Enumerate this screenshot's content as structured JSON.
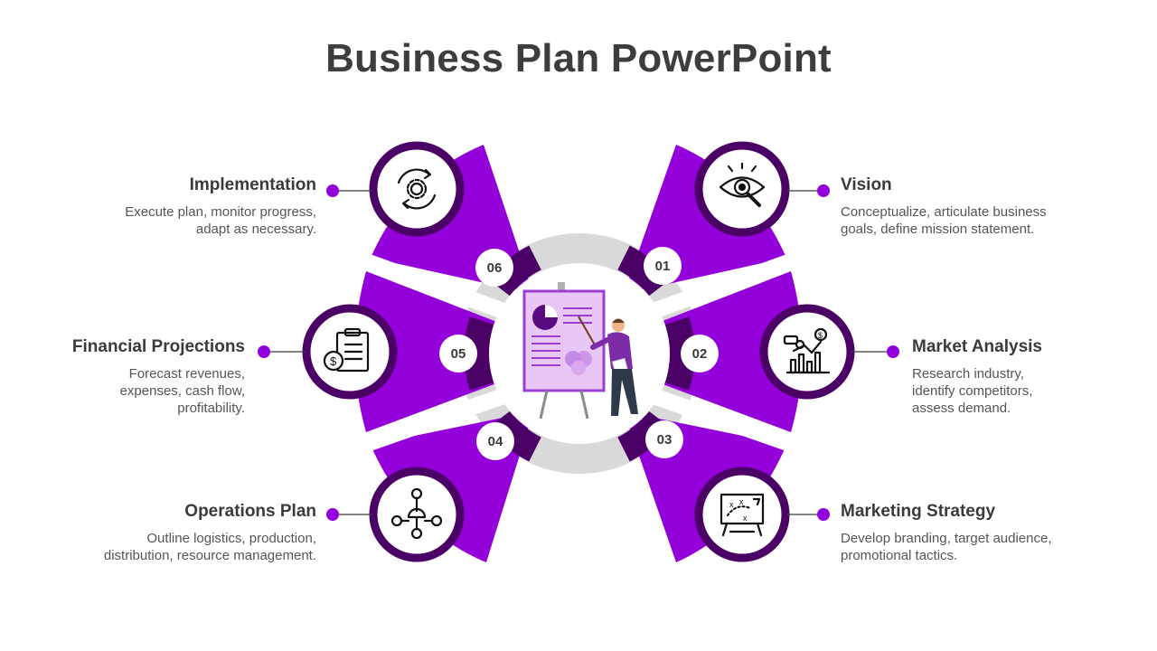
{
  "title": "Business Plan PowerPoint",
  "colors": {
    "accent": "#9400d9",
    "dark": "#4b0066",
    "ring": "#d9d9d9",
    "text": "#3a3a3a"
  },
  "steps": [
    {
      "number": "01",
      "title": "Vision",
      "description": "Conceptualize, articulate business\ngoals, define mission statement.",
      "icon": "eye-search-icon"
    },
    {
      "number": "02",
      "title": "Market Analysis",
      "description": "Research industry,\nidentify competitors,\nassess demand.",
      "icon": "market-chart-icon"
    },
    {
      "number": "03",
      "title": "Marketing Strategy",
      "description": "Develop branding, target audience,\npromotional tactics.",
      "icon": "strategy-board-icon"
    },
    {
      "number": "04",
      "title": "Operations Plan",
      "description": "Outline logistics, production,\ndistribution, resource management.",
      "icon": "gears-flow-icon"
    },
    {
      "number": "05",
      "title": "Financial Projections",
      "description": "Forecast revenues,\nexpenses, cash flow,\nprofitability.",
      "icon": "clipboard-dollar-icon"
    },
    {
      "number": "06",
      "title": "Implementation",
      "description": "Execute plan, monitor progress,\nadapt as necessary.",
      "icon": "gear-cycle-icon"
    }
  ],
  "center_illustration": "presenter-with-chart-board"
}
